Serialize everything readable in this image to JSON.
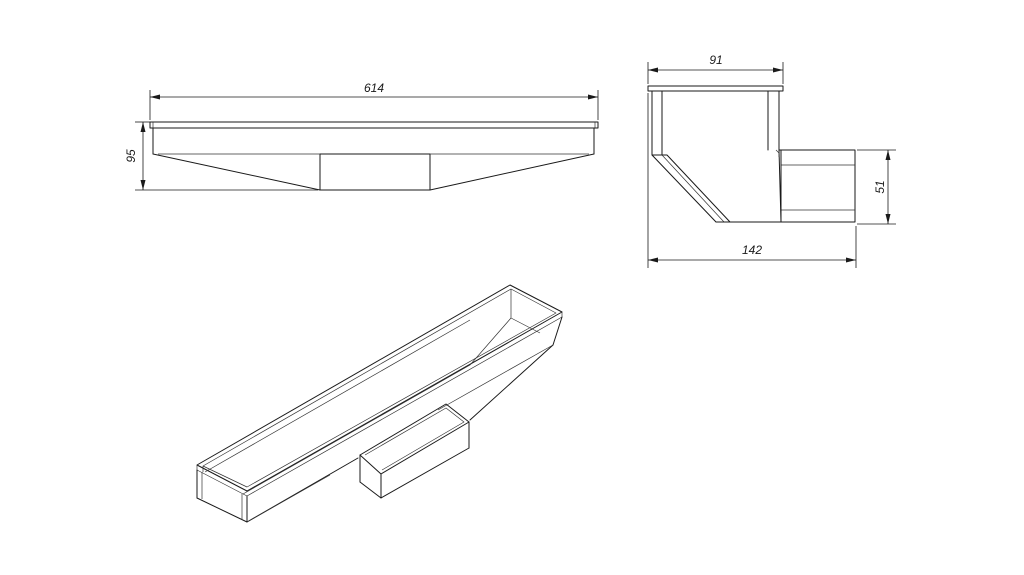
{
  "drawing": {
    "dimensions": {
      "front_width": "614",
      "front_height": "95",
      "side_top_width": "91",
      "side_outlet_height": "51",
      "side_total_width": "142"
    }
  }
}
